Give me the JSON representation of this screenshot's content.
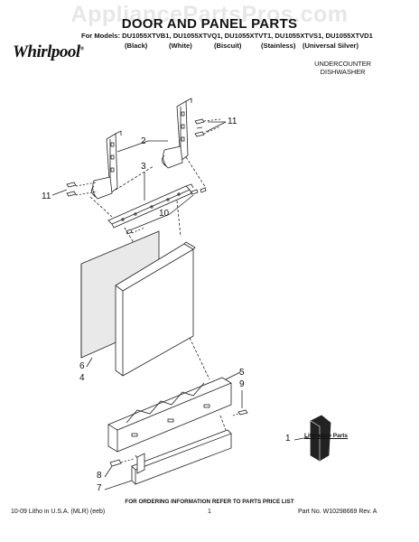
{
  "watermark": "AppliancePartsPros.com",
  "title": "DOOR AND PANEL PARTS",
  "models_line": "For Models: DU1055XTVB1, DU1055XTVQ1, DU1055XTVT1, DU1055XTVS1, DU1055XTVD1",
  "finishes": [
    "(Black)",
    "(White)",
    "(Biscuit)",
    "(Stainless)",
    "(Universal Silver)"
  ],
  "brand": "Whirlpool",
  "brand_mark": "®",
  "appliance_type": [
    "UNDERCOUNTER",
    "DISHWASHER"
  ],
  "callouts": [
    "11",
    "2",
    "3",
    "11",
    "10",
    "6",
    "4",
    "5",
    "9",
    "1",
    "8",
    "7"
  ],
  "literature_label": "Literature Parts",
  "ordering_note": "FOR ORDERING INFORMATION REFER TO PARTS PRICE LIST",
  "footer": {
    "left": "10-09 Litho in U.S.A. (MLR) (eeb)",
    "page": "1",
    "right": "Part No. W10298669 Rev. A"
  }
}
